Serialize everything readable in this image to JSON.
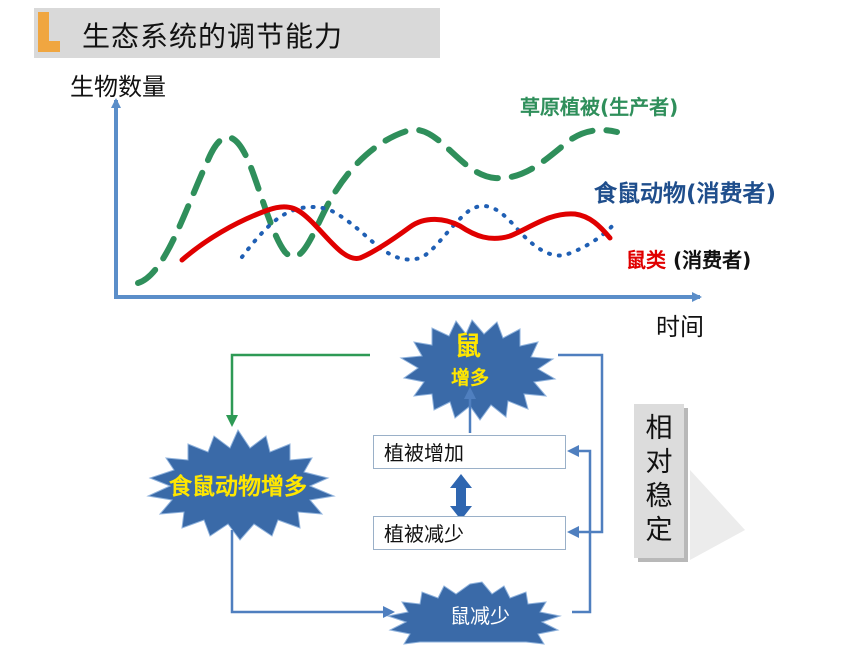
{
  "header": {
    "title": "生态系统的调节能力"
  },
  "chart": {
    "y_axis_label": "生物数量",
    "x_axis_label": "时间",
    "legend": {
      "plants": "草原植被(生产者)",
      "predators": "食鼠动物(消费者)",
      "rats": "鼠类",
      "rats_suffix": "(消费者)"
    }
  },
  "cycle": {
    "rat_title": "鼠",
    "rat_more": "增多",
    "predators_more": "食鼠动物增多",
    "rats_less": "鼠减少",
    "veg_increase": "植被增加",
    "veg_decrease": "植被减少",
    "stable": "相对稳定"
  },
  "colors": {
    "plants_line": "#2f8f5b",
    "predators_line": "#1f5fb4",
    "rats_line": "#e00000",
    "axis": "#5b8ec9",
    "star_fill": "#3a6aa8",
    "arrow_green": "#2e9a55",
    "arrow_blue": "#4f7fbf",
    "accent_orange": "#f0a640"
  }
}
